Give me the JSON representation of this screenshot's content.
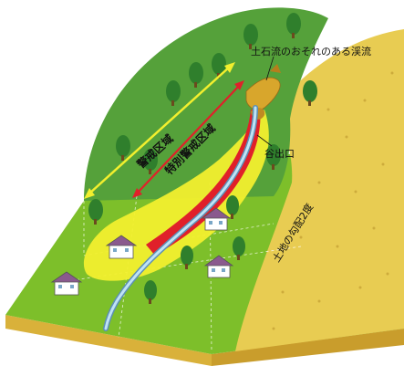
{
  "labels": {
    "warning_zone": "警戒区域",
    "special_warning_zone": "特別警戒区域",
    "cause_area": "土石流のおそれのある渓流",
    "valley_mouth": "谷出口",
    "slope_grade": "土地の勾配2度"
  },
  "colors": {
    "ground": "#7dbf2a",
    "mountain": "#55a13a",
    "cliff": "#e8cc52",
    "soil_side": "#d9b13a",
    "warning_zone": "#f2ef2e",
    "special_warning_zone": "#e0202a",
    "debris": "#d8a62c",
    "stream": "#8fc7e8"
  }
}
